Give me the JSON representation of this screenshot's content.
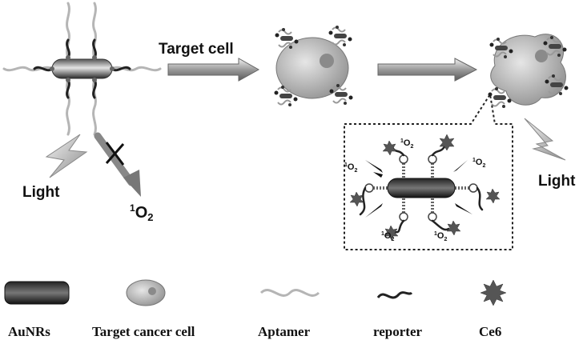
{
  "scene": {
    "target_cell_label": "Target cell",
    "light_left": "Light",
    "light_right": "Light",
    "singlet_oxygen": {
      "sup": "1",
      "main": "O",
      "sub": "2"
    }
  },
  "legend": {
    "aunrs": "AuNRs",
    "target_cancer_cell": "Target cancer cell",
    "aptamer": "Aptamer",
    "reporter": "reporter",
    "ce6": "Ce6"
  },
  "colors": {
    "rod_dark": "#333333",
    "rod_light": "#d8d8d8",
    "cell_fill": "#b0b0b0",
    "aptamer": "#b8b8b8",
    "reporter": "#222222",
    "ce6": "#555555"
  }
}
